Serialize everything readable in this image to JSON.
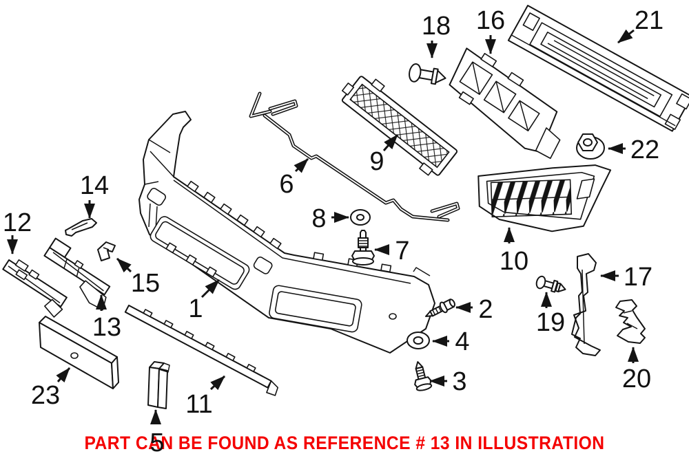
{
  "diagram": {
    "caption": "PART CAN BE FOUND AS REFERENCE # 13 IN ILLUSTRATION",
    "caption_color": "#f40000",
    "line_color": "#141414",
    "background_color": "#ffffff",
    "labels": [
      {
        "number": "1"
      },
      {
        "number": "2"
      },
      {
        "number": "3"
      },
      {
        "number": "4"
      },
      {
        "number": "5"
      },
      {
        "number": "6"
      },
      {
        "number": "7"
      },
      {
        "number": "8"
      },
      {
        "number": "9"
      },
      {
        "number": "10"
      },
      {
        "number": "11"
      },
      {
        "number": "12"
      },
      {
        "number": "13"
      },
      {
        "number": "14"
      },
      {
        "number": "15"
      },
      {
        "number": "16"
      },
      {
        "number": "17"
      },
      {
        "number": "18"
      },
      {
        "number": "19"
      },
      {
        "number": "20"
      },
      {
        "number": "21"
      },
      {
        "number": "22"
      },
      {
        "number": "23"
      }
    ]
  }
}
